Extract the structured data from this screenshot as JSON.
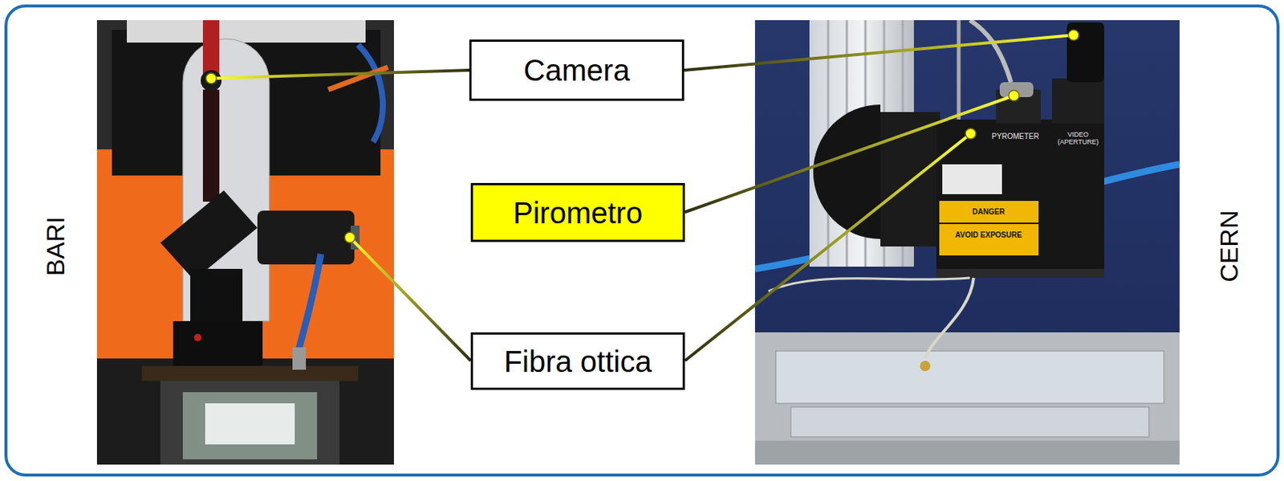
{
  "diagram": {
    "nodes": [
      {
        "text": [
          "Camera"
        ]
      },
      {
        "text": [
          "Pirometro"
        ]
      },
      {
        "text": [
          "Fibra ottica"
        ]
      }
    ],
    "labels": [
      "BARI",
      "CERN",
      "PYROMETER",
      "VIDEO (APERTURE)",
      "DANGER",
      "AVOID EXPOSURE"
    ]
  }
}
